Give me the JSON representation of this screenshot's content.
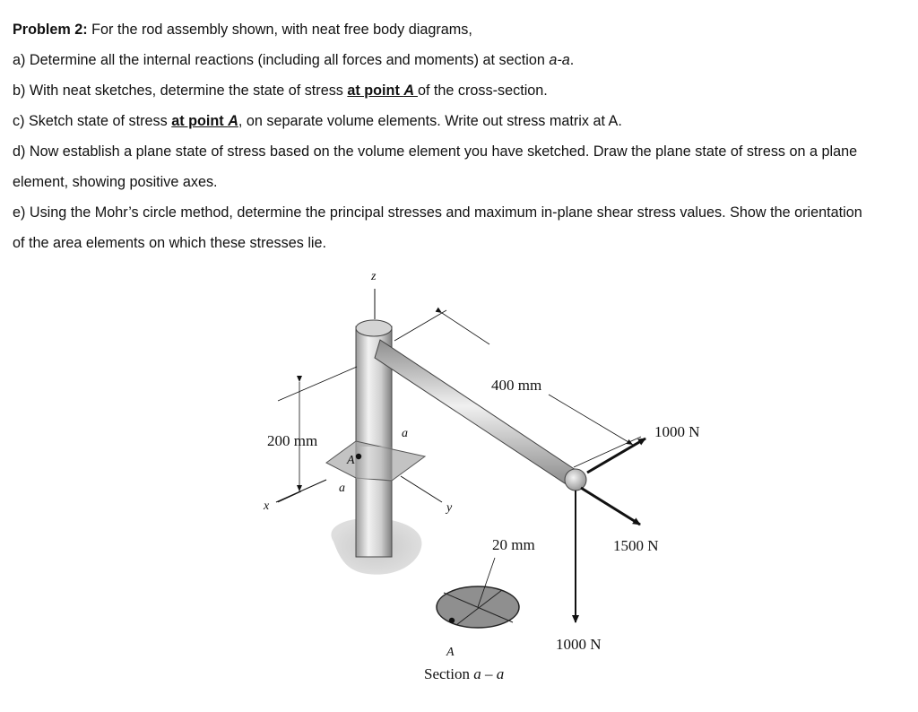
{
  "problem": {
    "heading": "Problem 2:",
    "intro": " For the rod assembly shown, with neat free body diagrams,",
    "a_pre": "a) Determine all the internal reactions (including all forces and moments) at section ",
    "a_sect": "a-a",
    "a_post": ".",
    "b_pre": "b) With neat sketches, determine the state of stress ",
    "b_point": "at point ",
    "b_A": "A ",
    "b_post": "of the cross-section.",
    "c_pre": "c) Sketch state of stress ",
    "c_point": "at point ",
    "c_A": "A",
    "c_post": ", on separate volume elements. Write out stress matrix at A.",
    "d_line1": "d) Now establish a plane state of stress based on the volume element you have sketched. Draw the plane state of stress on a plane",
    "d_line2": "element, showing positive axes.",
    "e_line1": "e) Using the Mohr’s circle method, determine the principal stresses and maximum in-plane shear stress values. Show the orientation",
    "e_line2": "of the area elements on which these stresses lie."
  },
  "figure": {
    "axis_z": "z",
    "axis_x": "x",
    "axis_y": "y",
    "dim_400": "400 mm",
    "dim_200": "200 mm",
    "dim_20": "20 mm",
    "force_1000_upper": "1000 N",
    "force_1500": "1500 N",
    "force_1000_lower": "1000 N",
    "point_A": "A",
    "section_a_top": "a",
    "section_a_bottom": "a",
    "section_point_A": "A",
    "section_caption_prefix": "Section ",
    "section_caption_var": "a – a"
  }
}
